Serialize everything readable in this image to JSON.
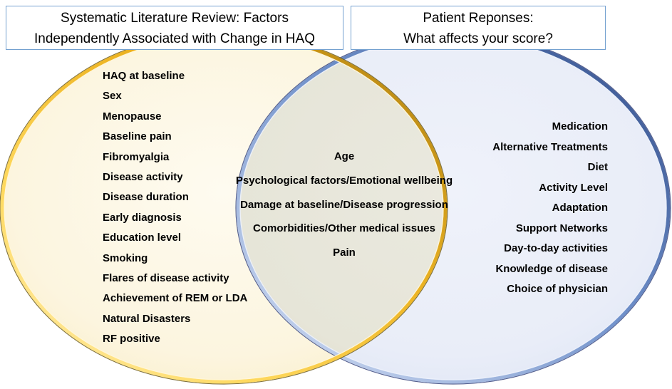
{
  "titles": {
    "left": {
      "lines": [
        "Systematic Literature Review: Factors",
        "Independently Associated with Change in HAQ"
      ]
    },
    "right": {
      "lines": [
        "Patient Reponses:",
        "What affects your score?"
      ]
    }
  },
  "venn": {
    "left_circle": {
      "items": [
        "HAQ at baseline",
        "Sex",
        "Menopause",
        "Baseline pain",
        "Fibromyalgia",
        "Disease activity",
        "Disease duration",
        "Early diagnosis",
        "Education level",
        "Smoking",
        "Flares of disease activity",
        "Achievement of REM or LDA",
        "Natural Disasters",
        "RF positive"
      ]
    },
    "overlap": {
      "items": [
        "Age",
        "Psychological factors/Emotional wellbeing",
        "Damage at baseline/Disease progression",
        "Comorbidities/Other medical issues",
        "Pain"
      ]
    },
    "right_circle": {
      "items": [
        "Medication",
        "Alternative Treatments",
        "Diet",
        "Activity Level",
        "Adaptation",
        "Support Networks",
        "Day-to-day activities",
        "Knowledge of disease",
        "Choice of physician"
      ]
    }
  },
  "colors": {
    "left_fill": "#FCF5DF",
    "left_border_gold": "#EDB423",
    "right_fill": "#E9EDF8",
    "right_border_blue": "#6E8FC9",
    "overlap_fill": "#E6E5D8",
    "title_box_border": "#74A1D0",
    "text": "#000000"
  }
}
